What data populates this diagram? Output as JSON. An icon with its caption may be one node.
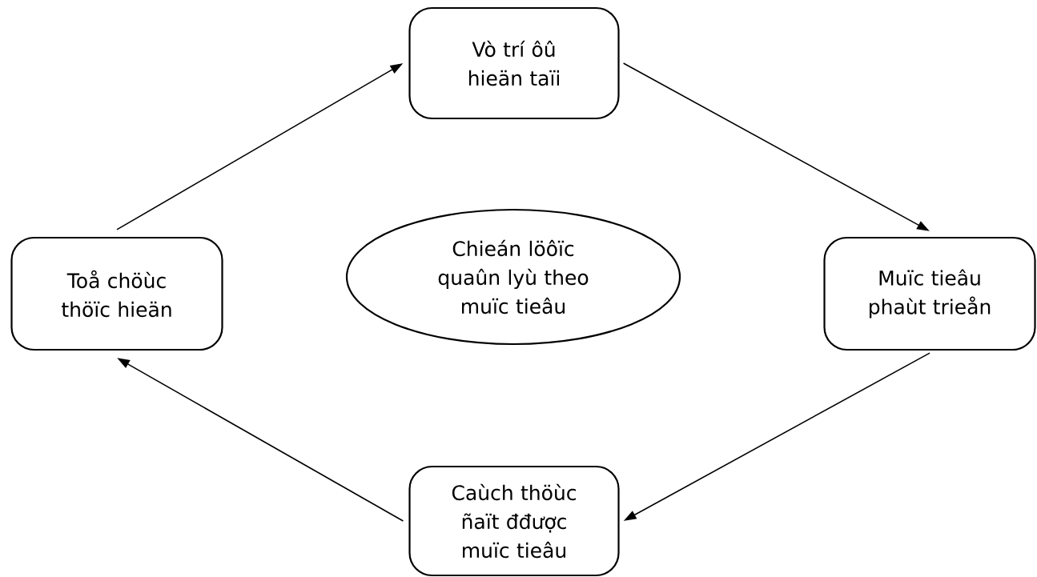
{
  "diagram": {
    "nodes": [
      {
        "text": [
          "Vò trí ôû hieän taïi"
        ]
      },
      {
        "text": [
          "Muïc tieâu phaùt trieån"
        ]
      },
      {
        "text": [
          "Caùch thöùc ñaït đđược muïc tieâu"
        ]
      },
      {
        "text": [
          "Toå chöùc thöïc hieän"
        ]
      },
      {
        "text": [
          "Chieán löôïc quaûn lyù theo muïc tieâu"
        ]
      }
    ],
    "edges": [
      {
        "from": 3,
        "to": 0,
        "arrow": "to"
      },
      {
        "from": 0,
        "to": 1,
        "arrow": "to"
      },
      {
        "from": 1,
        "to": 2,
        "arrow": "to"
      },
      {
        "from": 2,
        "to": 3,
        "arrow": "to"
      }
    ]
  }
}
